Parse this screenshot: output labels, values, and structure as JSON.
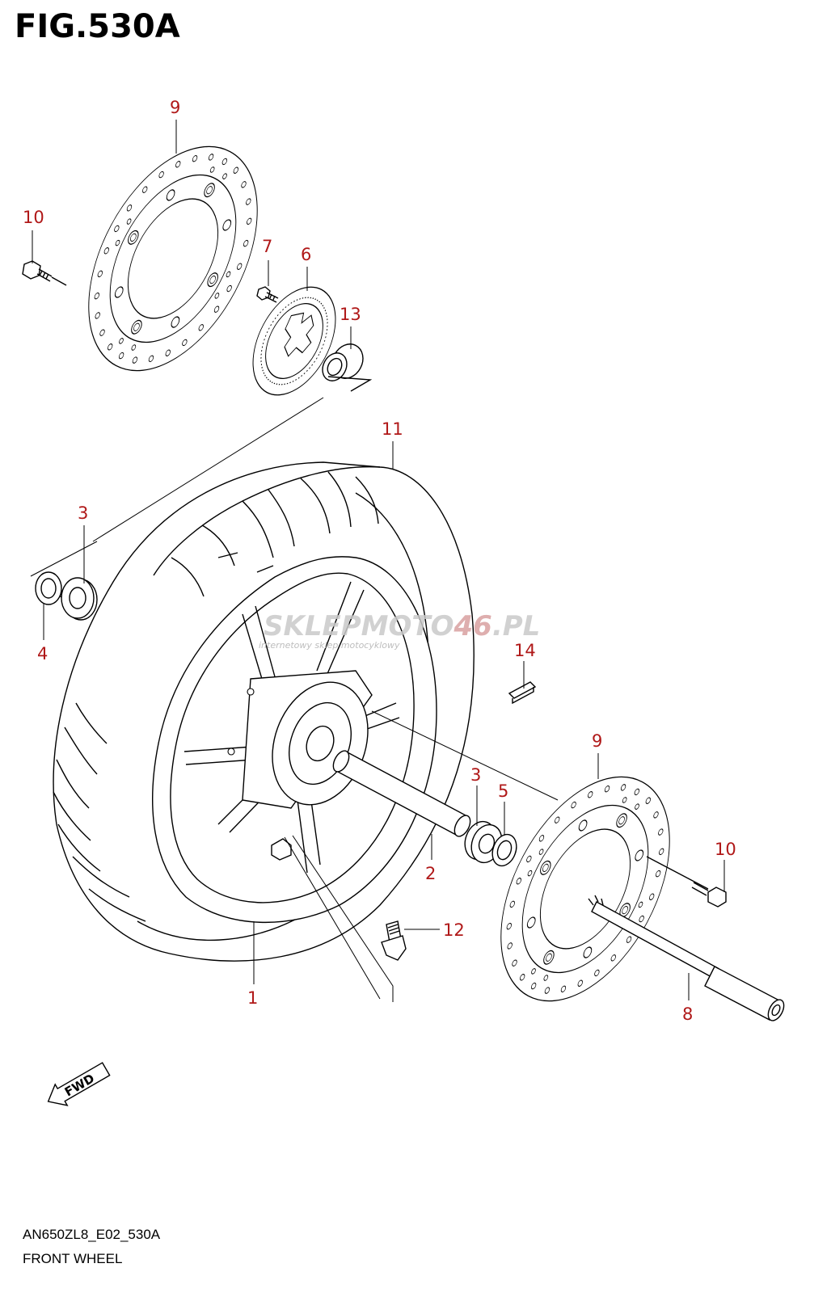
{
  "figure": {
    "title": "FIG.530A"
  },
  "footer": {
    "code": "AN650ZL8_E02_530A",
    "caption": "FRONT WHEEL"
  },
  "fwd_badge": "FWD",
  "watermark": {
    "brand_a": "SKLEP",
    "brand_b": "MOTO",
    "brand_num": "46",
    "brand_tld": ".PL",
    "tagline": "internetowy sklep motocyklowy"
  },
  "callouts": {
    "c9_top": "9",
    "c10_top": "10",
    "c7": "7",
    "c6": "6",
    "c13": "13",
    "c11": "11",
    "c3_left": "3",
    "c4": "4",
    "c14": "14",
    "c9_right": "9",
    "c3_right": "3",
    "c5": "5",
    "c10_right": "10",
    "c2": "2",
    "c12": "12",
    "c1": "1",
    "c8": "8"
  },
  "colors": {
    "callout": "#b01818",
    "line": "#000000",
    "watermark": "#c9c9c9"
  }
}
